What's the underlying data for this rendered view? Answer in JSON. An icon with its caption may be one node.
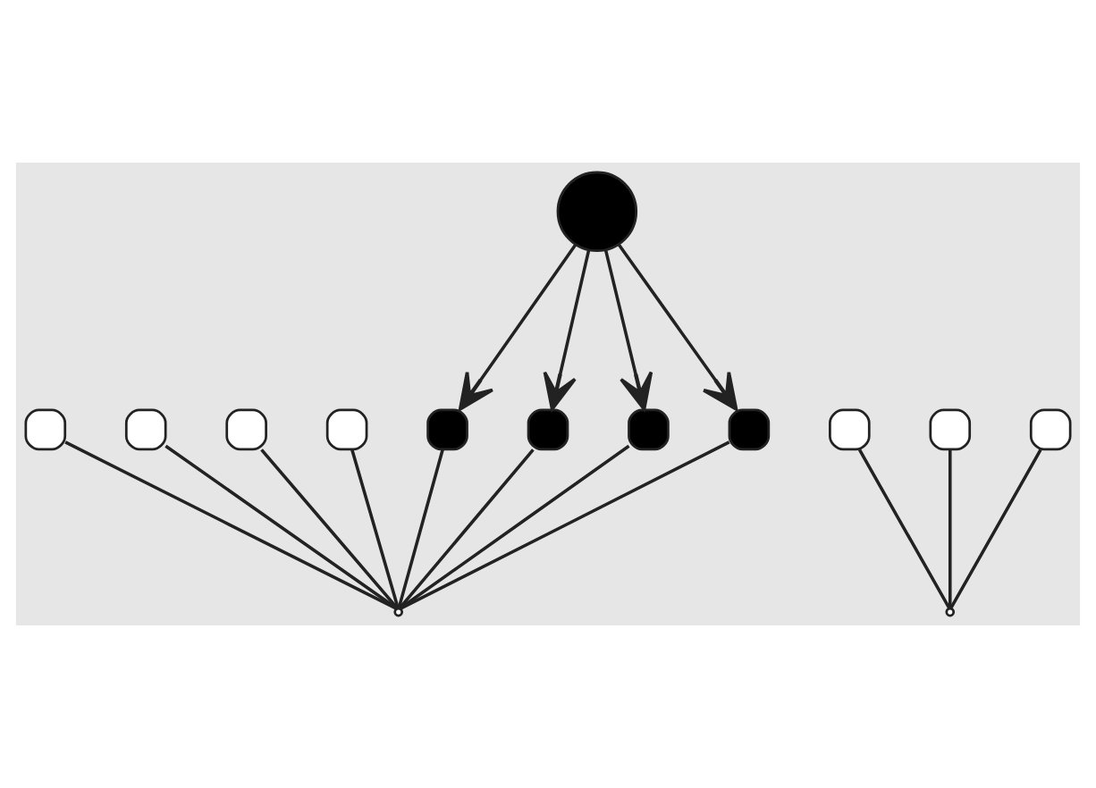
{
  "diagram": {
    "nodes": [
      {
        "text": [],
        "shape": "circle"
      },
      {
        "text": [],
        "shape": "box"
      },
      {
        "text": [],
        "shape": "box"
      },
      {
        "text": [],
        "shape": "box"
      },
      {
        "text": [],
        "shape": "box"
      },
      {
        "text": [],
        "shape": "box"
      },
      {
        "text": [],
        "shape": "box"
      },
      {
        "text": [],
        "shape": "box"
      },
      {
        "text": [],
        "shape": "box"
      },
      {
        "text": [],
        "shape": "box"
      },
      {
        "text": [],
        "shape": "box"
      },
      {
        "text": [],
        "shape": "box"
      },
      {
        "text": [],
        "shape": "point"
      },
      {
        "text": [],
        "shape": "point"
      }
    ],
    "edges": [
      {
        "from": 0,
        "to": 5,
        "arrow": "to"
      },
      {
        "from": 0,
        "to": 6,
        "arrow": "to"
      },
      {
        "from": 0,
        "to": 7,
        "arrow": "to"
      },
      {
        "from": 0,
        "to": 8,
        "arrow": "to"
      },
      {
        "from": 1,
        "to": 12,
        "arrow": "none"
      },
      {
        "from": 2,
        "to": 12,
        "arrow": "none"
      },
      {
        "from": 3,
        "to": 12,
        "arrow": "none"
      },
      {
        "from": 4,
        "to": 12,
        "arrow": "none"
      },
      {
        "from": 5,
        "to": 12,
        "arrow": "none"
      },
      {
        "from": 6,
        "to": 12,
        "arrow": "none"
      },
      {
        "from": 7,
        "to": 12,
        "arrow": "none"
      },
      {
        "from": 8,
        "to": 12,
        "arrow": "none"
      },
      {
        "from": 9,
        "to": 13,
        "arrow": "none"
      },
      {
        "from": 10,
        "to": 13,
        "arrow": "none"
      },
      {
        "from": 11,
        "to": 13,
        "arrow": "none"
      }
    ]
  }
}
